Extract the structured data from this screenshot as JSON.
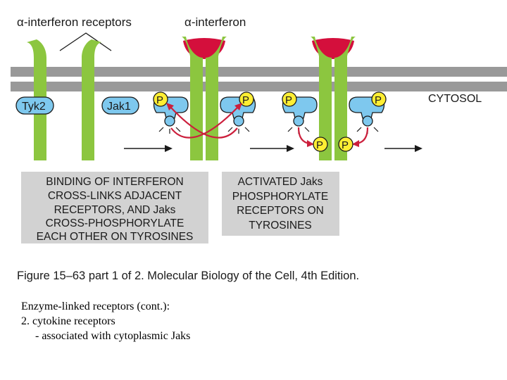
{
  "labels": {
    "receptors": "α-interferon receptors",
    "ligand": "α-interferon",
    "cytosol": "CYTOSOL",
    "tyk2": "Tyk2",
    "jak1": "Jak1",
    "phospho": "P"
  },
  "captions": {
    "left": [
      "BINDING OF INTERFERON",
      "CROSS-LINKS ADJACENT",
      "RECEPTORS, AND Jaks",
      "CROSS-PHOSPHORYLATE",
      "EACH OTHER ON TYROSINES"
    ],
    "right": [
      "ACTIVATED Jaks",
      "PHOSPHORYLATE",
      "RECEPTORS ON",
      "TYROSINES"
    ]
  },
  "figure_caption": "Figure 15–63 part 1 of 2. Molecular Biology of the Cell, 4th Edition.",
  "notes": [
    "Enzyme-linked receptors (cont.):",
    "2. cytokine receptors",
    "     - associated with cytoplasmic Jaks"
  ],
  "colors": {
    "receptor": "#8cc63f",
    "jak": "#7ec8ee",
    "membrane": "#999999",
    "ligand": "#d40f3c",
    "phospho": "#ffee33",
    "arrow_red": "#cc1f3c",
    "caption_box": "#d2d2d2"
  }
}
